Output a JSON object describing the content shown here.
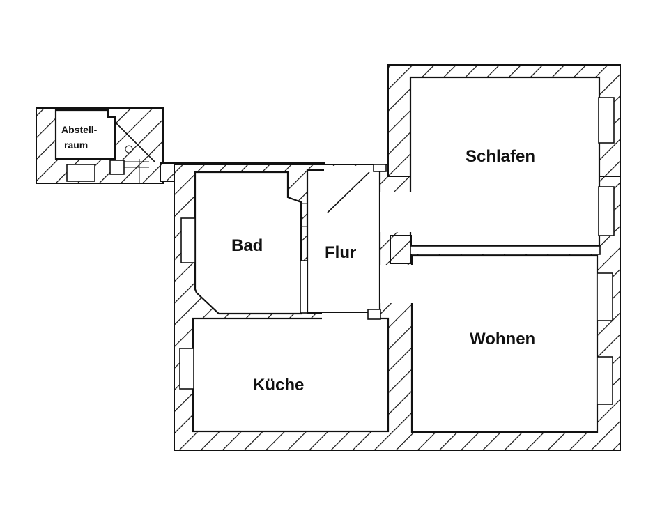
{
  "rooms": {
    "abstellraum": {
      "line1": "Abstell-",
      "line2": "raum"
    },
    "bad": "Bad",
    "flur": "Flur",
    "schlafen": "Schlafen",
    "wohnen": "Wohnen",
    "kueche": "Küche"
  },
  "colors": {
    "wall_outline": "#111111",
    "background": "#ffffff"
  }
}
